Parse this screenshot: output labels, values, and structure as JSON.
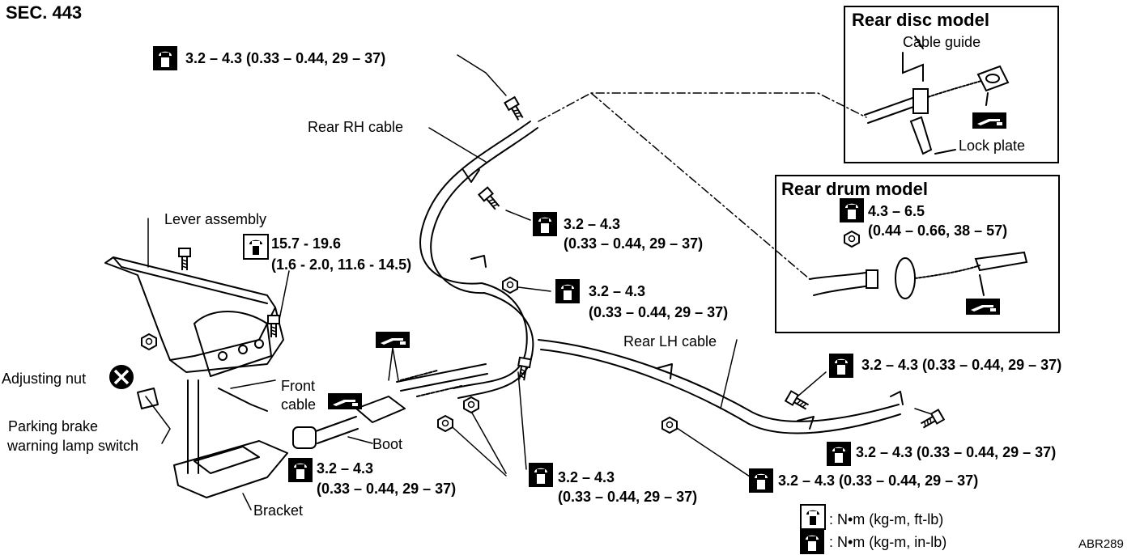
{
  "section": "SEC. 443",
  "code": "ABR289",
  "inset_disc": {
    "title": "Rear disc model",
    "cable_guide": "Cable guide",
    "lock_plate": "Lock plate"
  },
  "inset_drum": {
    "title": "Rear drum model",
    "torque_line1": "4.3 – 6.5",
    "torque_line2": "(0.44 – 0.66, 38 – 57)"
  },
  "labels": {
    "rear_rh_cable": "Rear RH cable",
    "rear_lh_cable": "Rear LH cable",
    "lever_assembly": "Lever assembly",
    "adjusting_nut": "Adjusting nut",
    "parking_brake_line1": "Parking brake",
    "parking_brake_line2": "warning lamp switch",
    "front_cable_line1": "Front",
    "front_cable_line2": "cable",
    "boot": "Boot",
    "bracket": "Bracket"
  },
  "torques": {
    "top": "3.2 – 4.3 (0.33 – 0.44, 29 – 37)",
    "mid1_line1": "3.2 – 4.3",
    "mid1_line2": "(0.33 – 0.44, 29 – 37)",
    "mid2_line1": "3.2 – 4.3",
    "mid2_line2": "(0.33 – 0.44, 29 – 37)",
    "lever_line1": "15.7 - 19.6",
    "lever_line2": "(1.6 - 2.0, 11.6 - 14.5)",
    "right_top": "3.2 – 4.3 (0.33 – 0.44, 29 – 37)",
    "right_mid": "3.2 – 4.3 (0.33 – 0.44, 29 – 37)",
    "right_bottom": "3.2 – 4.3 (0.33 – 0.44, 29 – 37)",
    "bottom_left_line1": "3.2 – 4.3",
    "bottom_left_line2": "(0.33 – 0.44, 29 – 37)",
    "bottom_center_line1": "3.2 – 4.3",
    "bottom_center_line2": "(0.33 – 0.44, 29 – 37)"
  },
  "legend": {
    "open_wrench": ": N•m (kg-m, ft-lb)",
    "filled_wrench": ": N•m (kg-m, in-lb)"
  },
  "icons": {
    "filled_wrench": "torque-wrench-icon",
    "open_wrench": "torque-wrench-outline-icon",
    "grease": "grease-icon",
    "do_not_reuse": "do-not-reuse-icon"
  }
}
